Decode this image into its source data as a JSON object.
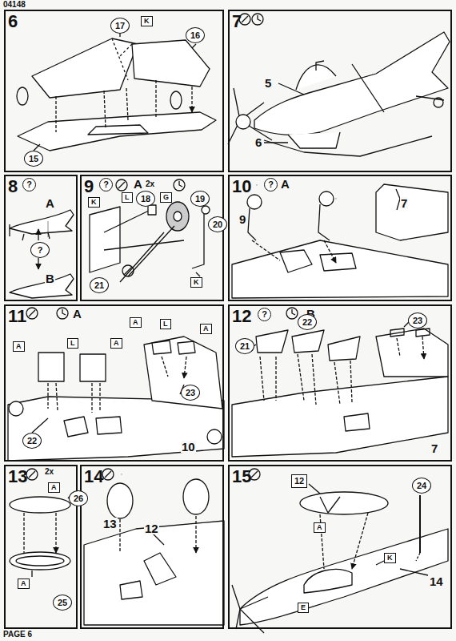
{
  "diagram": {
    "nodes": [
      {
        "text": [
          "6"
        ]
      },
      {
        "text": [
          "7"
        ]
      },
      {
        "text": [
          "8"
        ]
      },
      {
        "text": [
          "9"
        ]
      },
      {
        "text": [
          "10"
        ]
      },
      {
        "text": [
          "11"
        ]
      },
      {
        "text": [
          "12"
        ]
      },
      {
        "text": [
          "13"
        ]
      },
      {
        "text": [
          "14"
        ]
      },
      {
        "text": [
          "15"
        ]
      }
    ],
    "labels": [
      "04148",
      "17",
      "K",
      "16",
      "15",
      "5",
      "6",
      "?",
      "A",
      "?",
      "B",
      "?",
      "A",
      "2x",
      "K",
      "L",
      "18",
      "G",
      "19",
      "20",
      "21",
      "K",
      "?",
      "A",
      "9",
      "7",
      "A",
      "A",
      "L",
      "A",
      "A",
      "L",
      "A",
      "22",
      "23",
      "10",
      "?",
      "B",
      "23",
      "22",
      "21",
      "7",
      "2x",
      "A",
      "26",
      "25",
      "A",
      "13",
      "12",
      "12",
      "24",
      "A",
      "K",
      "14",
      "E",
      "PAGE 6"
    ]
  }
}
